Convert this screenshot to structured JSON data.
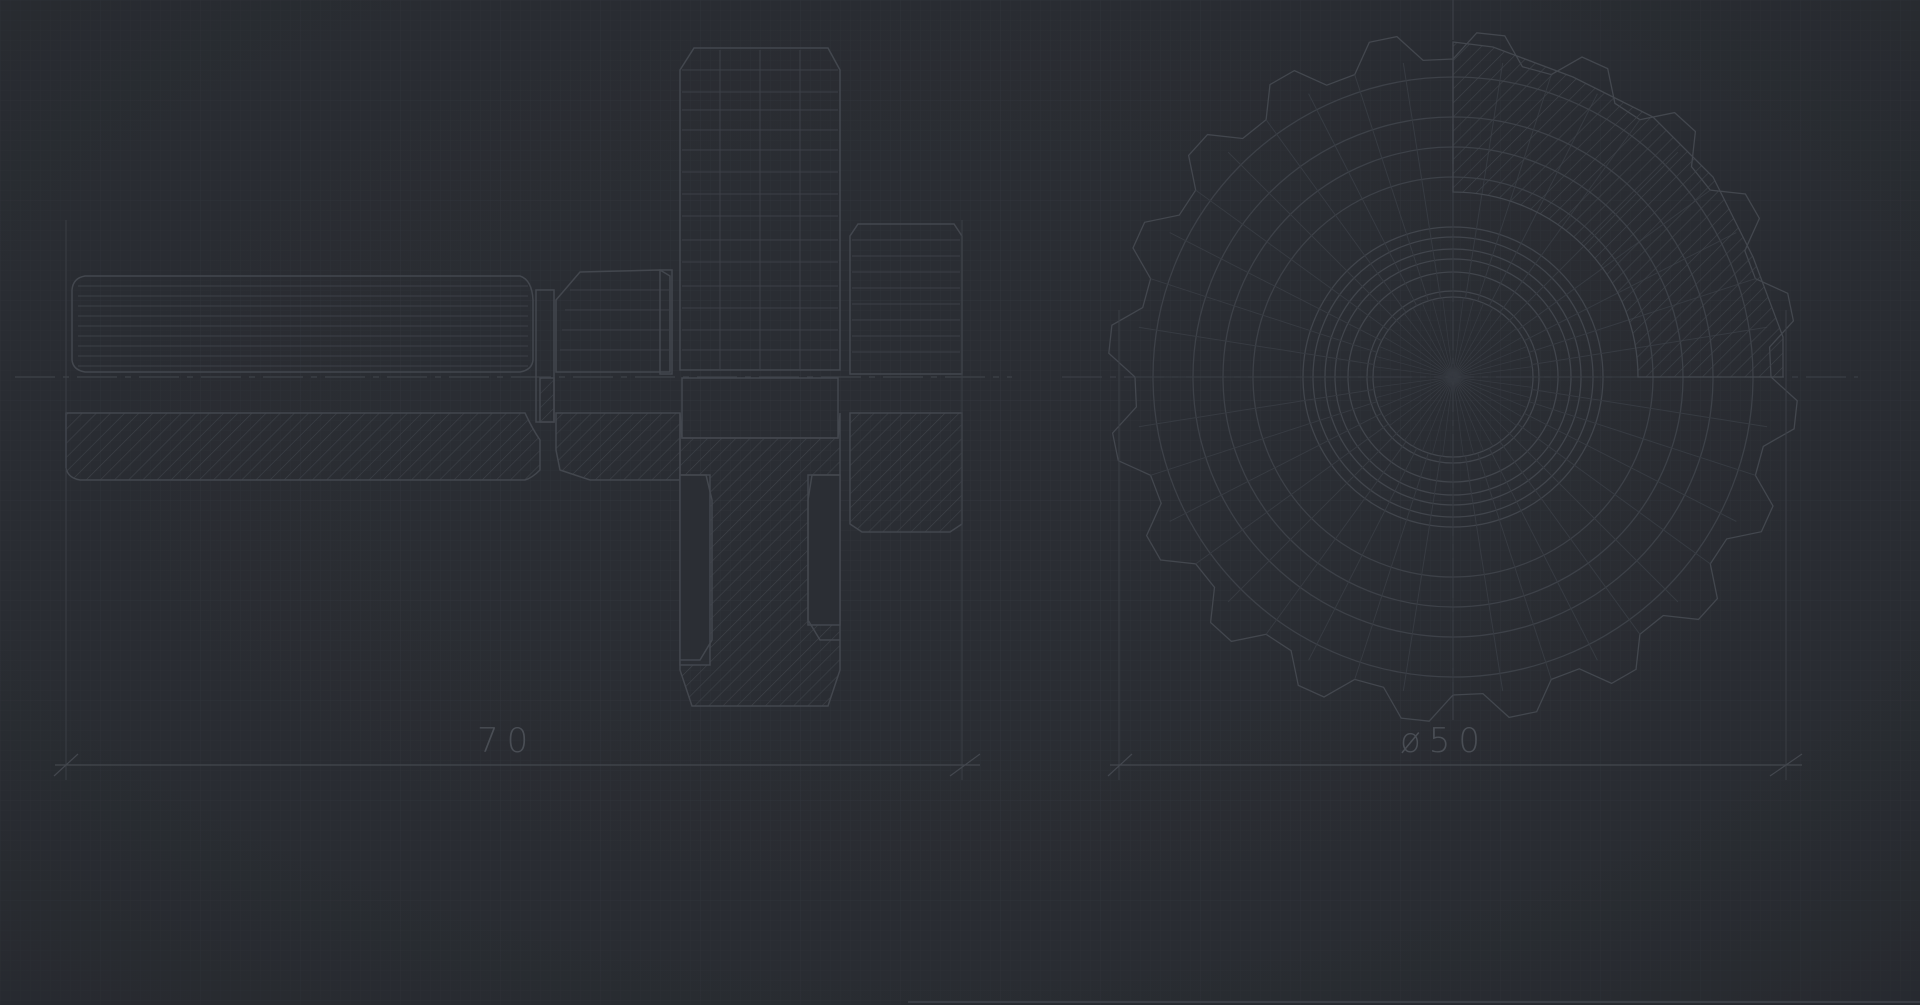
{
  "drawing": {
    "side_view_dimension": "70",
    "front_view_dimension": "ø50",
    "front_view_tooth_count": 20,
    "colors": {
      "background": "#2a2d33",
      "grid_minor": "#30343a",
      "grid_major": "#33373e",
      "line": "#43474e",
      "line_faint": "#393d44",
      "hatch": "#3d4148",
      "text": "#4a4e55"
    }
  }
}
